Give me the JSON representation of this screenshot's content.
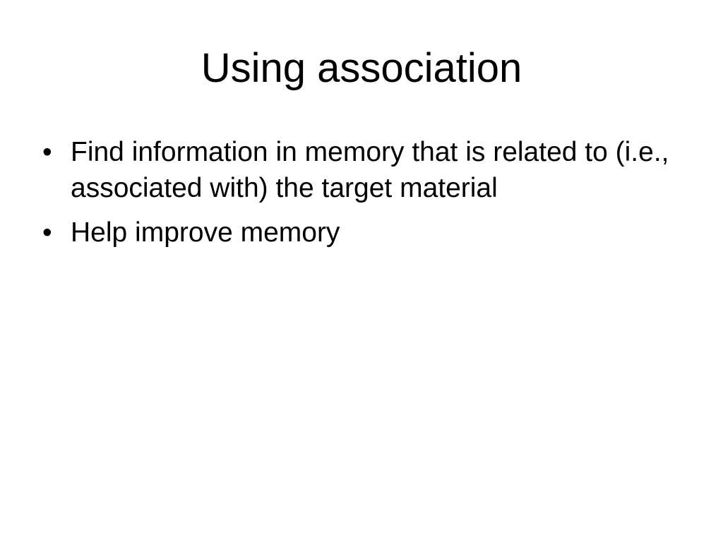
{
  "slide": {
    "title": "Using association",
    "bullets": [
      {
        "marker": "•",
        "text": "Find information in memory that is related to (i.e., associated with) the target material"
      },
      {
        "marker": "•",
        "text": "Help improve memory"
      }
    ]
  }
}
